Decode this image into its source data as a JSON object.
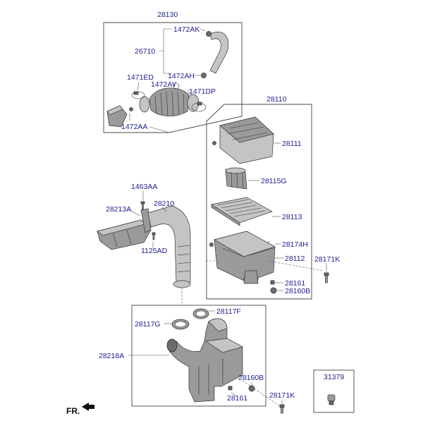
{
  "labels": {
    "assy_top": "28130",
    "clamp_ak": "1472AK",
    "hose": "26710",
    "clamp_ah": "1472AH",
    "clamp_ed": "1471ED",
    "clamp_ay": "1472AY",
    "clamp_dp": "1471DP",
    "duct_aa": "1472AA",
    "cleaner_assy": "28110",
    "cover": "28111",
    "filter_g": "28115G",
    "element": "28113",
    "clip_h": "28174H",
    "body": "28112",
    "bolt_k_right": "28171K",
    "grommet": "28161",
    "grommet_b": "28160B",
    "bolt_aa": "1463AA",
    "bracket": "28213A",
    "intake_duct": "28210",
    "bolt_ad": "1125AD",
    "ring_f": "28117F",
    "ring_g": "28117G",
    "resonator": "28218A",
    "grommet_b_lower": "28160B",
    "bolt_k_lower": "28171K",
    "grommet_lower": "28161",
    "detail_part": "31379",
    "front_marker": "FR."
  }
}
